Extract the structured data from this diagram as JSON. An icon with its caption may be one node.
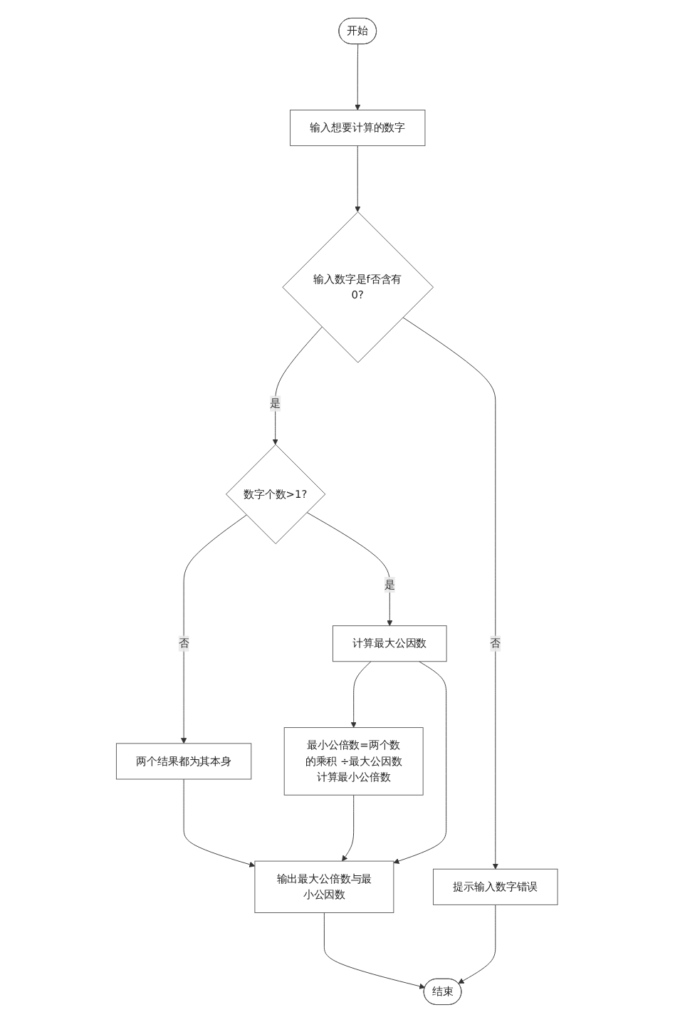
{
  "diagram": {
    "nodes": [
      {
        "text": [
          "开始"
        ]
      },
      {
        "text": [
          "输入想要计算的数字"
        ]
      },
      {
        "text": [
          "输入数字是f否含有0?"
        ]
      },
      {
        "text": [
          "数字个数>1?"
        ]
      },
      {
        "text": [
          "两个结果都为其本身"
        ]
      },
      {
        "text": [
          "计算最大公因数"
        ]
      },
      {
        "text": [
          "最小公倍数=两个数的乘积 ÷最大公因数",
          "计算最小公倍数"
        ]
      },
      {
        "text": [
          "输出最大公倍数与最小公因数"
        ]
      },
      {
        "text": [
          "提示输入数字错误"
        ]
      },
      {
        "text": [
          "结束"
        ]
      }
    ],
    "edges": [
      {
        "from": 0,
        "to": 1,
        "arrow": "to"
      },
      {
        "from": 1,
        "to": 2,
        "arrow": "to"
      },
      {
        "from": 2,
        "to": 3,
        "arrow": "to",
        "label": "是"
      },
      {
        "from": 2,
        "to": 8,
        "arrow": "to",
        "label": "否"
      },
      {
        "from": 3,
        "to": 4,
        "arrow": "to",
        "label": "否"
      },
      {
        "from": 3,
        "to": 5,
        "arrow": "to",
        "label": "是"
      },
      {
        "from": 5,
        "to": 6,
        "arrow": "to"
      },
      {
        "from": 5,
        "to": 7,
        "arrow": "to"
      },
      {
        "from": 4,
        "to": 7,
        "arrow": "to"
      },
      {
        "from": 6,
        "to": 7,
        "arrow": "to"
      },
      {
        "from": 7,
        "to": 9,
        "arrow": "to"
      },
      {
        "from": 8,
        "to": 9,
        "arrow": "to"
      }
    ]
  }
}
